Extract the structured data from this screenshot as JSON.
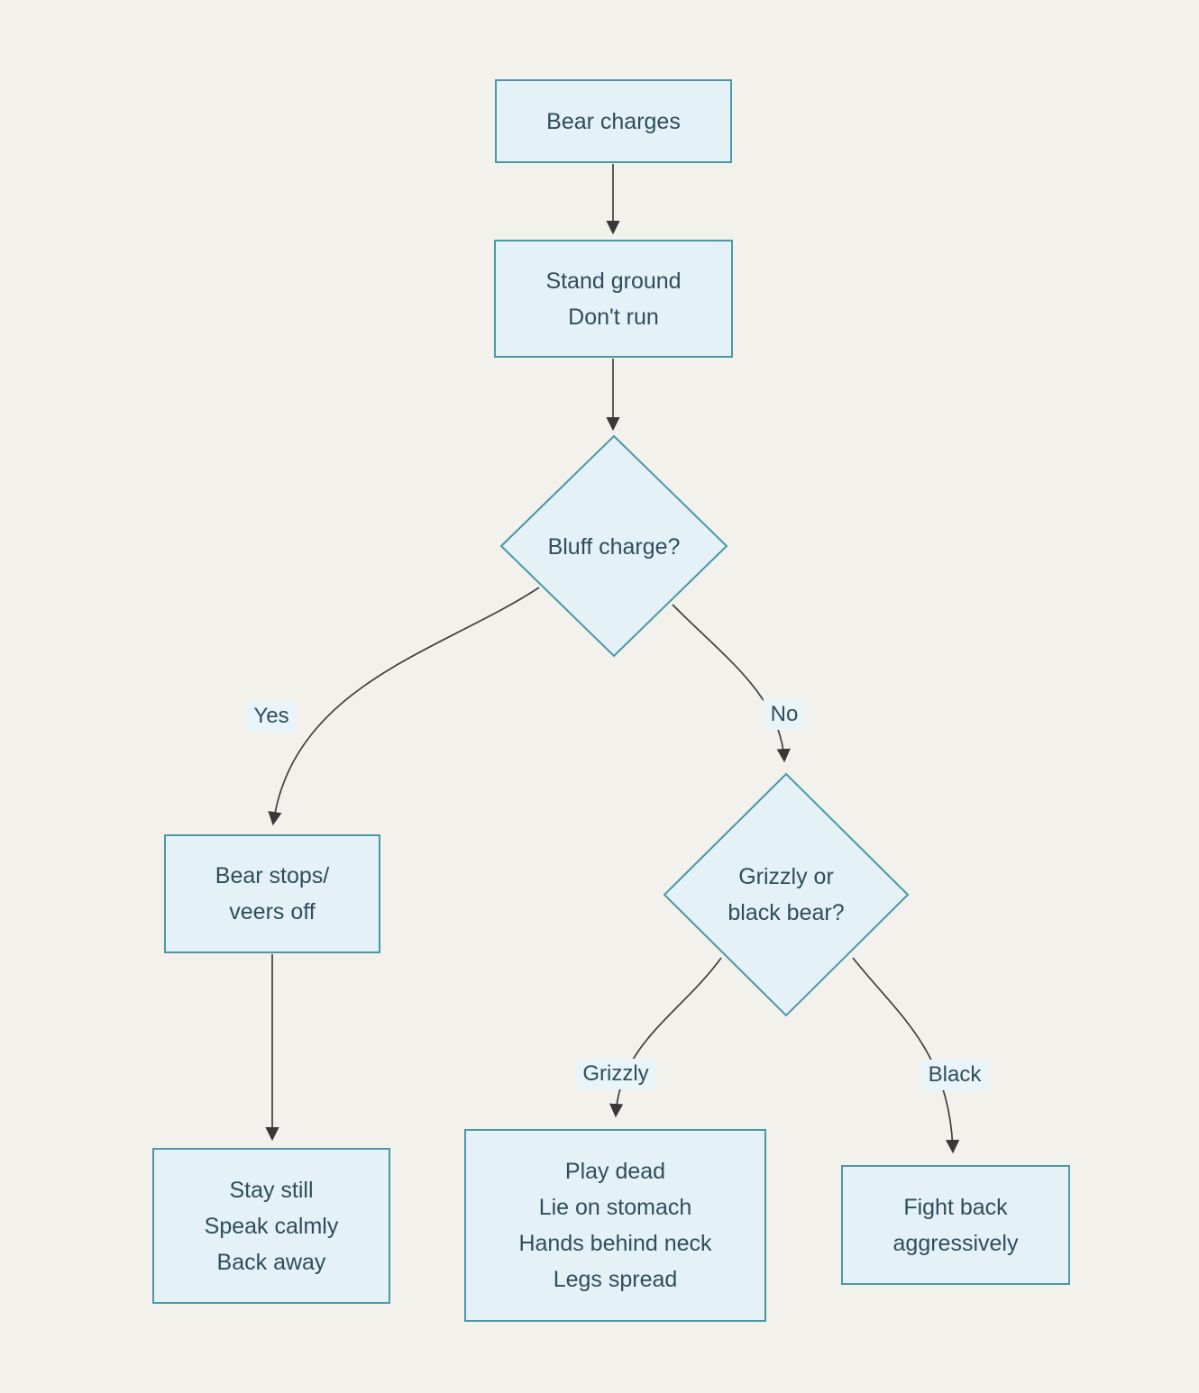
{
  "colors": {
    "background": "#f2f1ec",
    "node_fill": "#e4f1f7",
    "node_border": "#4a98a6",
    "text": "#2f4e5a",
    "edge_line": "#3f3f3f",
    "edge_label_bg": "#e9f4f9"
  },
  "nodes": {
    "bear_charges": {
      "shape": "rect",
      "lines": [
        "Bear charges"
      ]
    },
    "stand_ground": {
      "shape": "rect",
      "lines": [
        "Stand ground",
        "Don't run"
      ]
    },
    "bluff_charge": {
      "shape": "diamond",
      "lines": [
        "Bluff charge?"
      ]
    },
    "bear_stops": {
      "shape": "rect",
      "lines": [
        "Bear stops/",
        "veers off"
      ]
    },
    "grizzly_or_black": {
      "shape": "diamond",
      "lines": [
        "Grizzly or",
        "black bear?"
      ]
    },
    "stay_still": {
      "shape": "rect",
      "lines": [
        "Stay still",
        "Speak calmly",
        "Back away"
      ]
    },
    "play_dead": {
      "shape": "rect",
      "lines": [
        "Play dead",
        "Lie on stomach",
        "Hands behind neck",
        "Legs spread"
      ]
    },
    "fight_back": {
      "shape": "rect",
      "lines": [
        "Fight back",
        "aggressively"
      ]
    }
  },
  "edge_labels": {
    "yes": "Yes",
    "no": "No",
    "grizzly": "Grizzly",
    "black": "Black"
  },
  "edges": [
    {
      "from": "bear_charges",
      "to": "stand_ground",
      "label": ""
    },
    {
      "from": "stand_ground",
      "to": "bluff_charge",
      "label": ""
    },
    {
      "from": "bluff_charge",
      "to": "bear_stops",
      "label": "Yes"
    },
    {
      "from": "bluff_charge",
      "to": "grizzly_or_black",
      "label": "No"
    },
    {
      "from": "bear_stops",
      "to": "stay_still",
      "label": ""
    },
    {
      "from": "grizzly_or_black",
      "to": "play_dead",
      "label": "Grizzly"
    },
    {
      "from": "grizzly_or_black",
      "to": "fight_back",
      "label": "Black"
    }
  ]
}
